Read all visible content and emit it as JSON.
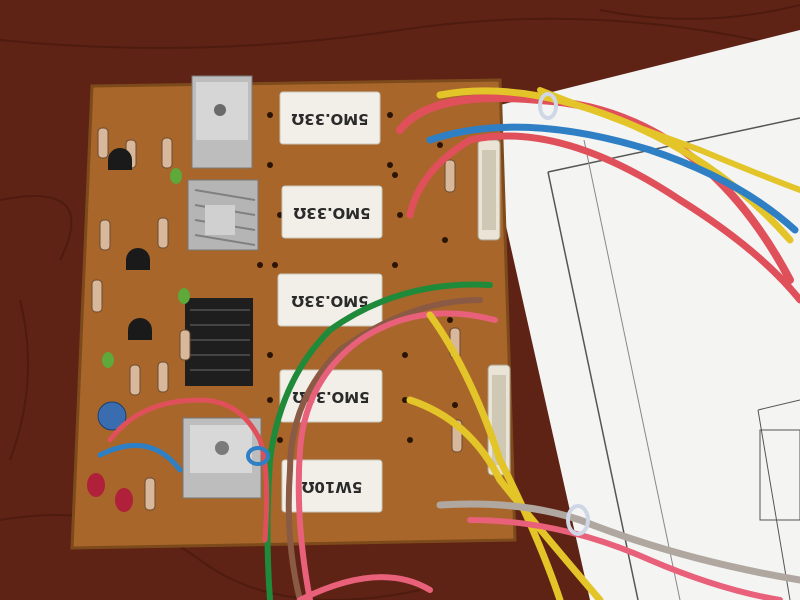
{
  "scene": {
    "description_free": true,
    "colors": {
      "table_wood": "#5e2314",
      "table_wood_dark": "#3e130a",
      "pcb": "#a8662a",
      "pcb_dark": "#7d4a1c",
      "paper": "#f4f4f2",
      "wire_red": "#e0505a",
      "wire_yellow": "#e3c52a",
      "wire_blue": "#2f7fc4",
      "wire_green": "#1f8a3a",
      "wire_brown": "#8a5a44",
      "wire_pink": "#e8607a",
      "wire_grey": "#b0a8a0",
      "resistor_ceramic": "#f1efe8",
      "heatsink": "#b9b9b9"
    }
  },
  "resistor_labels": [
    {
      "text": "5MO.33Ω"
    },
    {
      "text": "5MO.33Ω"
    },
    {
      "text": "5MO.33Ω"
    },
    {
      "text": "5MO.33Ω"
    },
    {
      "text": "5W10Ω"
    }
  ]
}
